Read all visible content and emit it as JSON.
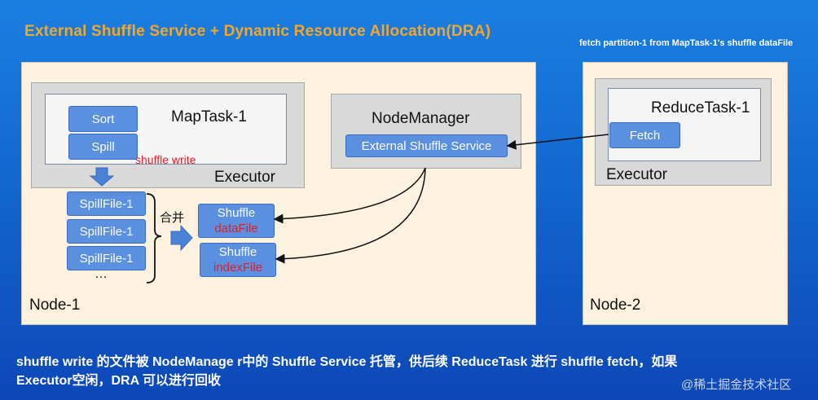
{
  "title": "External Shuffle Service + Dynamic Resource Allocation(DRA)",
  "fetch_note": "fetch partition-1 from MapTask-1's shuffle dataFile",
  "node1": {
    "label": "Node-1",
    "executor_label": "Executor",
    "maptask_label": "MapTask-1",
    "sort_label": "Sort",
    "spill_label": "Spill",
    "shuffle_write_label": "shuffle write",
    "spill_files": [
      "SpillFile-1",
      "SpillFile-1",
      "SpillFile-1"
    ],
    "ellipsis": "…",
    "merge_label": "合并",
    "shuffle_data": {
      "title": "Shuffle",
      "sub": "dataFile"
    },
    "shuffle_index": {
      "title": "Shuffle",
      "sub": "indexFile"
    },
    "nodemanager_label": "NodeManager",
    "ess_label": "External Shuffle Service"
  },
  "node2": {
    "label": "Node-2",
    "executor_label": "Executor",
    "reducetask_label": "ReduceTask-1",
    "fetch_label": "Fetch"
  },
  "footer": {
    "line1": "shuffle write 的文件被 NodeManage r中的 Shuffle Service 托管，供后续 ReduceTask 进行 shuffle fetch，如果",
    "line2": "Executor空闲，DRA 可以进行回收"
  },
  "watermark": "@稀土掘金技术社区",
  "colors": {
    "title": "#f2a72b",
    "background": "#1367cf",
    "node": "#fdf2e0",
    "button": "#5b8fe0",
    "red_text": "#e0202a"
  }
}
